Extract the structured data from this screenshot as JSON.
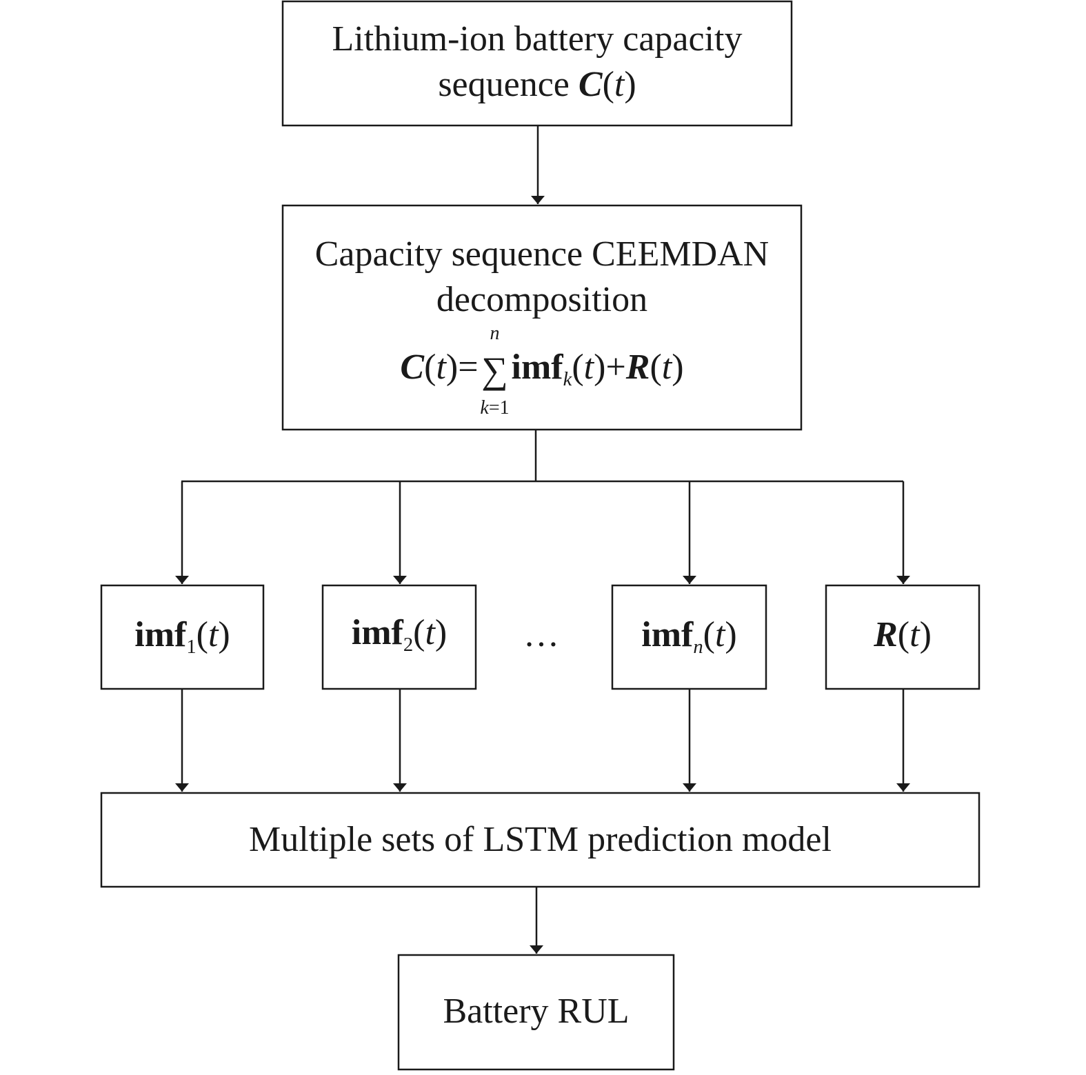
{
  "nodes": {
    "input": {
      "line1": "Lithium-ion battery capacity",
      "line2_prefix": "sequence ",
      "var": "C",
      "arg_open": "(",
      "arg": "t",
      "arg_close": ")"
    },
    "decomposition": {
      "line1": "Capacity sequence CEEMDAN",
      "line2": "decomposition",
      "formula": {
        "lhs_var": "C",
        "lhs_arg": "(t)",
        "equals": "=",
        "sum_sign": "∑",
        "sum_upper": "n",
        "sum_lower_var": "k",
        "sum_lower_rest": "=1",
        "term": "imf",
        "term_sub": "k",
        "term_arg": "(t)",
        "plus": "+",
        "residual_var": "R",
        "residual_arg": "(t)"
      }
    },
    "components": [
      {
        "name": "imf",
        "sub": "1",
        "arg": "(t)"
      },
      {
        "name": "imf",
        "sub": "2",
        "arg": "(t)"
      },
      {
        "name": "imf",
        "sub": "n",
        "arg": "(t)"
      },
      {
        "name": "R",
        "sub": "",
        "arg": "(t)"
      }
    ],
    "ellipsis": "…",
    "model": "Multiple sets of LSTM prediction model",
    "output": "Battery RUL"
  },
  "style": {
    "stroke": "#1a1a1a",
    "background": "#ffffff"
  }
}
